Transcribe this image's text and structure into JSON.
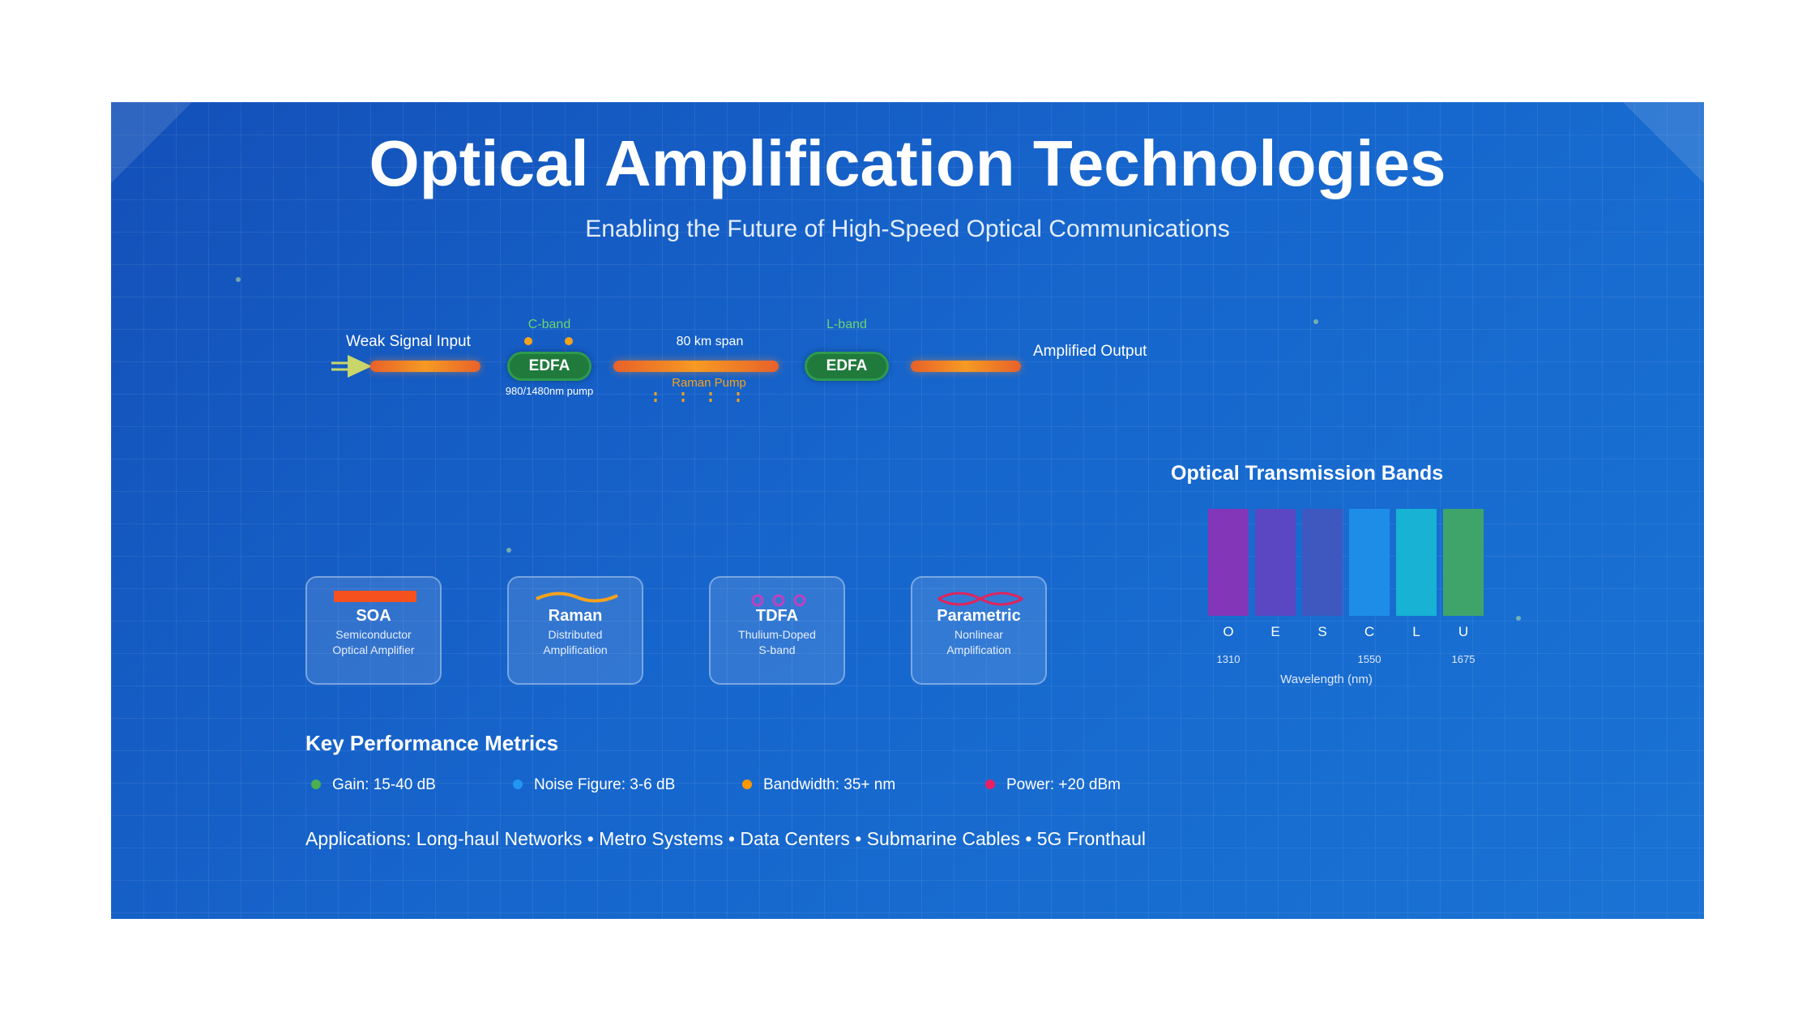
{
  "title": "Optical Amplification Technologies",
  "subtitle": "Enabling the Future of High-Speed Optical Communications",
  "diagram": {
    "input_label": "Weak Signal Input",
    "output_label": "Amplified Output",
    "edfa1": {
      "label": "EDFA",
      "band": "C-band",
      "pump": "980/1480nm pump"
    },
    "span": {
      "label": "80 km span",
      "pump": "Raman Pump"
    },
    "edfa2": {
      "label": "EDFA",
      "band": "L-band"
    }
  },
  "technologies": [
    {
      "name": "SOA",
      "line1": "Semiconductor",
      "line2": "Optical Amplifier",
      "icon": "soa-bar-icon"
    },
    {
      "name": "Raman",
      "line1": "Distributed",
      "line2": "Amplification",
      "icon": "raman-wave-icon"
    },
    {
      "name": "TDFA",
      "line1": "Thulium-Doped",
      "line2": "S-band",
      "icon": "tdfa-rings-icon"
    },
    {
      "name": "Parametric",
      "line1": "Nonlinear",
      "line2": "Amplification",
      "icon": "parametric-wave-icon"
    }
  ],
  "bands": {
    "title": "Optical Transmission Bands",
    "letters": [
      "O",
      "E",
      "S",
      "C",
      "L",
      "U"
    ],
    "colors": [
      "#8436b9",
      "#5b47c2",
      "#3e58bf",
      "#1e8de8",
      "#17b2d4",
      "#3fa46a"
    ],
    "wavelengths": [
      "1310",
      "1550",
      "1675"
    ],
    "axis_label": "Wavelength (nm)"
  },
  "metrics": {
    "title": "Key Performance Metrics",
    "items": [
      {
        "text": "Gain: 15-40 dB",
        "color": "#4caf50"
      },
      {
        "text": "Noise Figure: 3-6 dB",
        "color": "#2196f3"
      },
      {
        "text": "Bandwidth: 35+ nm",
        "color": "#ff9800"
      },
      {
        "text": "Power: +20 dBm",
        "color": "#e91e63"
      }
    ]
  },
  "applications": "Applications: Long-haul Networks • Metro Systems • Data Centers • Submarine Cables • 5G Fronthaul"
}
